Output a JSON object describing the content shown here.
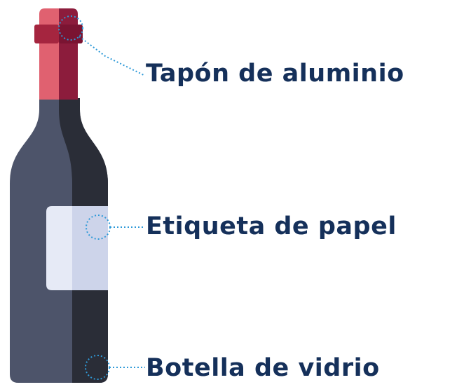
{
  "labels": {
    "cap": "Tapón de aluminio",
    "paper_label": "Etiqueta de papel",
    "glass": "Botella de vidrio"
  },
  "colors": {
    "text": "#15305a",
    "leader_line": "#2f9ad8",
    "bottle_light": "#4d546a",
    "bottle_dark": "#2a2d37",
    "cap_light": "#e06170",
    "cap_dark": "#8c1c3c",
    "cap_ring_light": "#a5253f",
    "cap_ring_dark": "#7a1432",
    "paper_light": "#e6eaf6",
    "paper_dark": "#cdd4ea"
  },
  "icons": [
    "wine-bottle-icon"
  ]
}
